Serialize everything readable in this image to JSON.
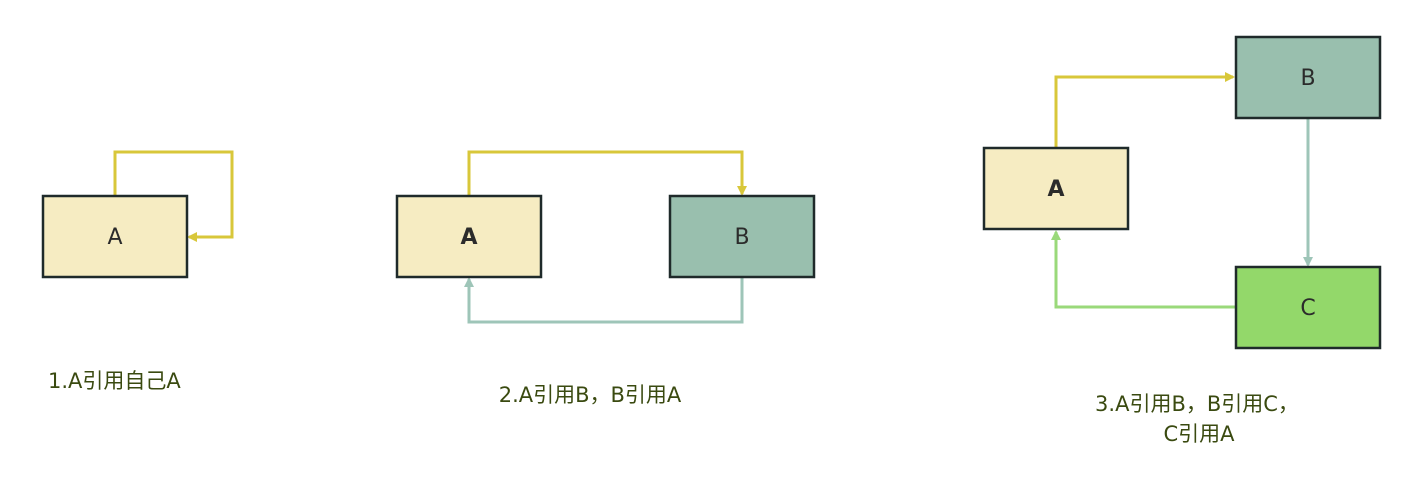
{
  "colors": {
    "node_a_fill": "#f6ecc2",
    "node_b_fill": "#99bfae",
    "node_c_fill": "#93d86a",
    "node_border": "#1f2a2a",
    "edge_yellow": "#d8c73a",
    "edge_teal": "#9ec5b8",
    "edge_green": "#9ad97a",
    "caption_color": "#3a4a10"
  },
  "diagrams": [
    {
      "nodes": {
        "a": "A"
      },
      "caption": [
        "1.A引用自己A"
      ]
    },
    {
      "nodes": {
        "a": "A",
        "b": "B"
      },
      "caption": [
        "2.A引用B，B引用A"
      ]
    },
    {
      "nodes": {
        "a": "A",
        "b": "B",
        "c": "C"
      },
      "caption": [
        "3.A引用B，B引用C，",
        "C引用A"
      ]
    }
  ]
}
